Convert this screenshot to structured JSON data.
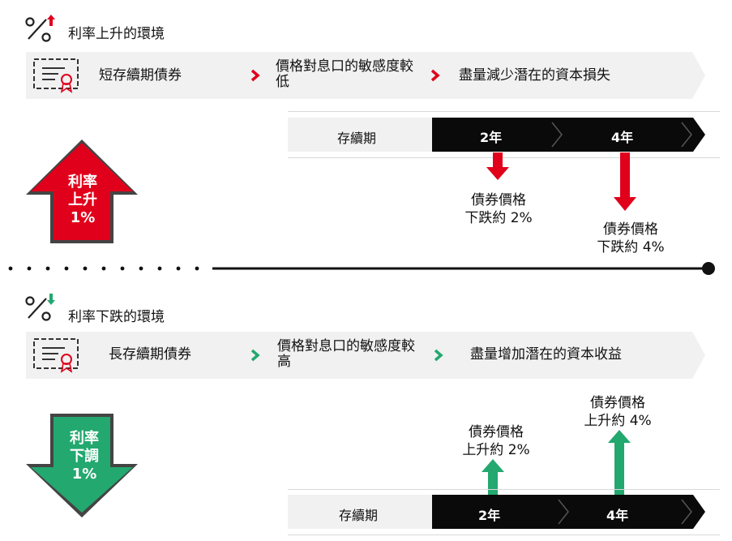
{
  "colors": {
    "red": "#e0001b",
    "green": "#23a86f",
    "dark": "#0a0a0a",
    "banner": "#f1f1f1"
  },
  "top": {
    "title": "利率上升的環境",
    "icon": "percent-up-icon",
    "banner": {
      "step1": "短存續期債券",
      "step2": "價格對息口的敏感度較低",
      "step3": "盡量減少潛在的資本損失"
    },
    "timeline": {
      "label": "存續期",
      "year1": "2年",
      "year2": "4年"
    },
    "captions": {
      "c1": "債券價格\n下跌約 2%",
      "c2": "債券價格\n下跌約 4%"
    },
    "big_arrow": "利率\n上升\n1%"
  },
  "bottom": {
    "title": "利率下跌的環境",
    "icon": "percent-down-icon",
    "banner": {
      "step1": "長存續期債券",
      "step2": "價格對息口的敏感度較高",
      "step3": "盡量增加潛在的資本收益"
    },
    "timeline": {
      "label": "存續期",
      "year1": "2年",
      "year2": "4年"
    },
    "captions": {
      "c1": "債券價格\n上升約 2%",
      "c2": "債券價格\n上升約 4%"
    },
    "big_arrow": "利率\n下調\n1%"
  },
  "values": {
    "short_change_pct": 2,
    "long_change_pct": 4
  }
}
